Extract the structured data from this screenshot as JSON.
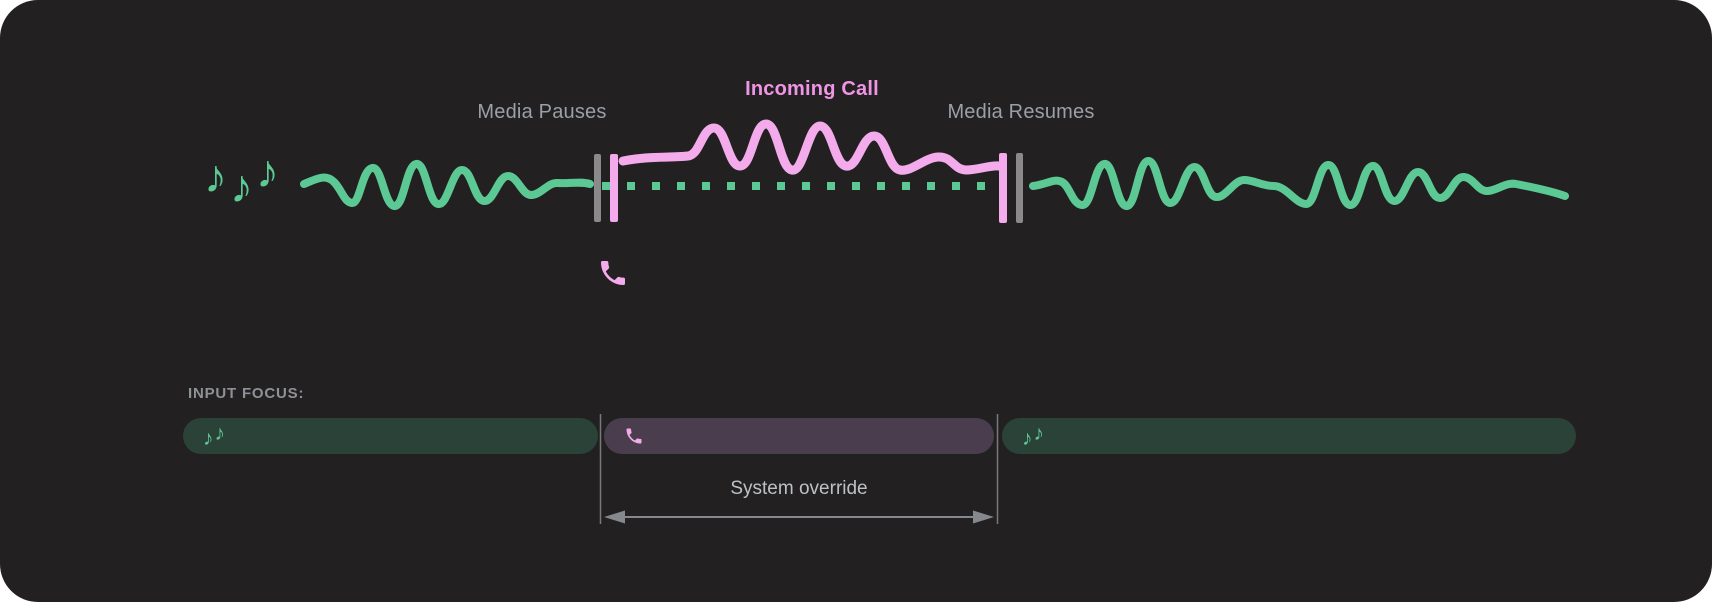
{
  "colors": {
    "background": "#ffffff",
    "panel": "#222021",
    "media_green": "#5cc894",
    "media_green_dim": "#2b4238",
    "call_pink": "#f3abec",
    "call_pink_text": "#ef95e5",
    "call_purple_dim": "#4a3e4e",
    "pause_gray": "#8a8a8a",
    "label_gray": "#9aa0a6",
    "annotation_gray": "#bdc1c6",
    "arrow_gray": "#85898d"
  },
  "timeline": {
    "label_media_pauses": "Media Pauses",
    "label_incoming_call": "Incoming Call",
    "label_media_resumes": "Media Resumes",
    "media_icon": "music-notes-icon",
    "call_icon": "phone-icon",
    "note_glyph": "♪"
  },
  "input_focus": {
    "heading": "INPUT FOCUS:",
    "annotation": "System override",
    "segments": [
      {
        "id": "media-before-call",
        "type": "media",
        "icon": "music-notes-icon"
      },
      {
        "id": "call-override",
        "type": "call",
        "icon": "phone-icon"
      },
      {
        "id": "media-after-call",
        "type": "media",
        "icon": "music-notes-icon"
      }
    ]
  }
}
